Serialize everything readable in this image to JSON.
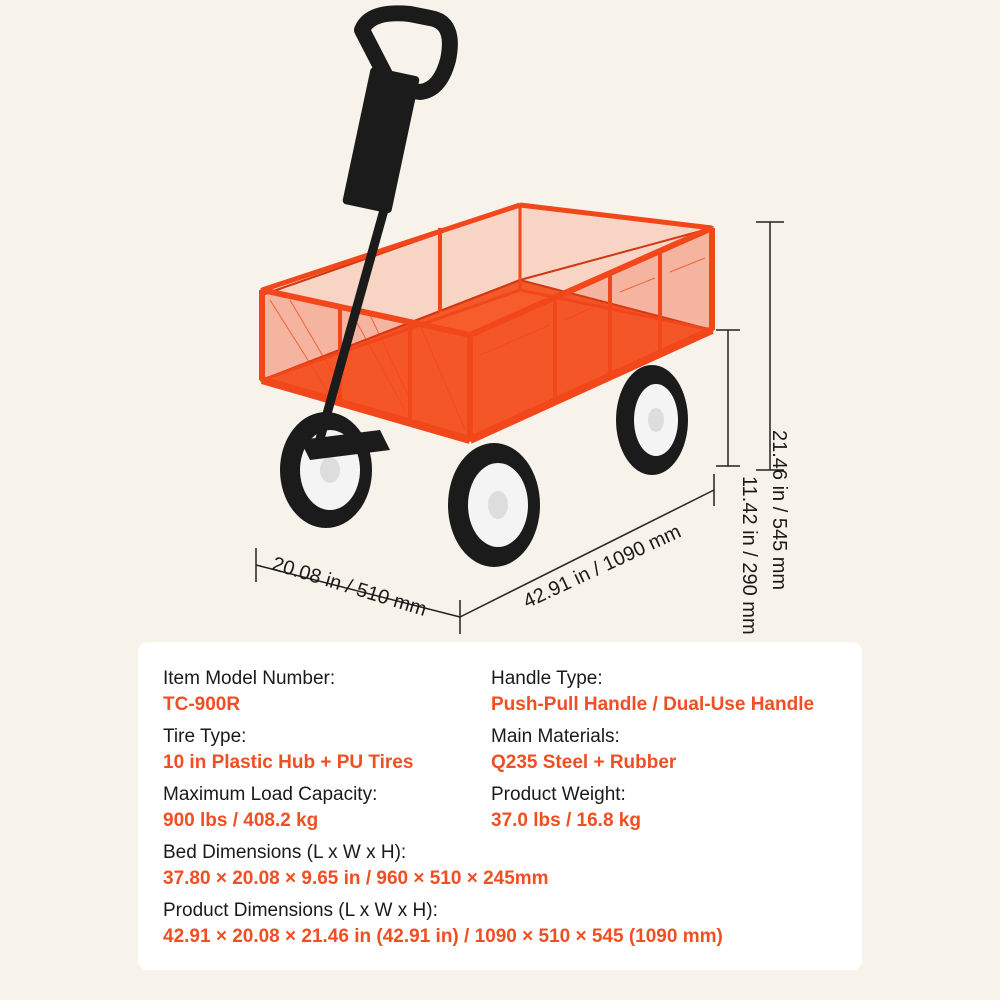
{
  "dimensions": {
    "width": "20.08 in / 510 mm",
    "length": "42.91 in / 1090 mm",
    "total_height": "21.46 in / 545 mm",
    "bed_height": "11.42 in / 290 mm"
  },
  "specs": {
    "model": {
      "label": "Item Model Number:",
      "value": "TC-900R"
    },
    "handle": {
      "label": "Handle Type:",
      "value": "Push-Pull Handle / Dual-Use Handle"
    },
    "tire": {
      "label": "Tire Type:",
      "value": "10 in Plastic Hub + PU Tires"
    },
    "materials": {
      "label": "Main Materials:",
      "value": "Q235 Steel + Rubber"
    },
    "load": {
      "label": "Maximum Load Capacity:",
      "value": "900 lbs / 408.2 kg"
    },
    "weight": {
      "label": "Product Weight:",
      "value": "37.0 lbs / 16.8 kg"
    },
    "bed_dims": {
      "label": "Bed Dimensions (L x W x H):",
      "value": "37.80 × 20.08 × 9.65 in / 960 × 510 × 245mm"
    },
    "product_dims": {
      "label": "Product Dimensions (L x W x H):",
      "value": "42.91 × 20.08 × 21.46 in (42.91 in) / 1090 × 510 × 545 (1090 mm)"
    }
  },
  "colors": {
    "accent": "#f04e23",
    "cart": "#f2461b",
    "background": "#f8f3ea"
  }
}
